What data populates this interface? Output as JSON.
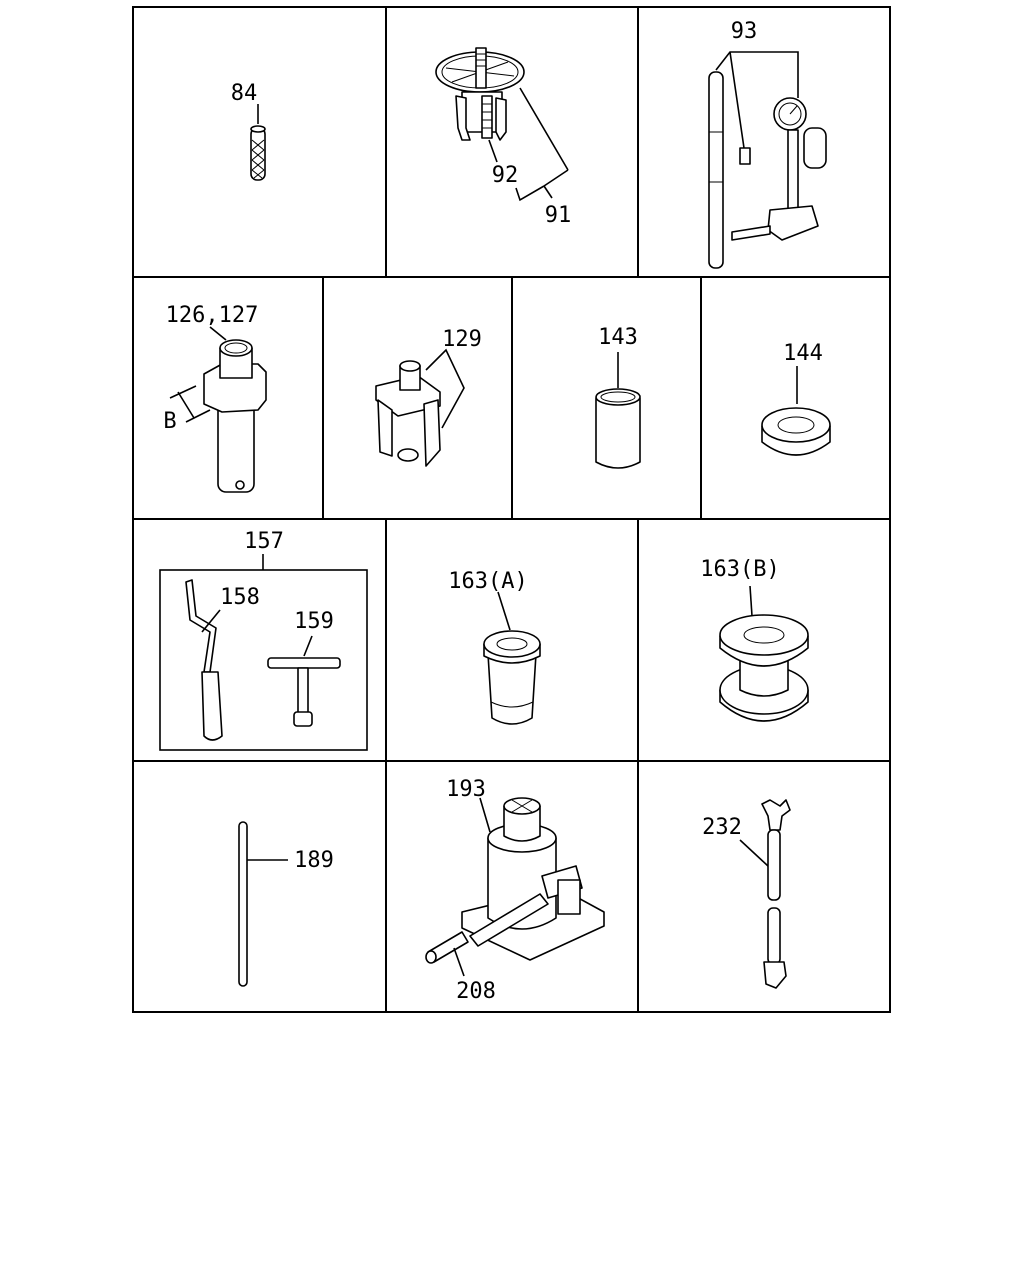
{
  "cells": [
    {
      "id": "c84",
      "labels": [
        "84"
      ]
    },
    {
      "id": "c91",
      "labels": [
        "92",
        "91"
      ]
    },
    {
      "id": "c93",
      "labels": [
        "93"
      ]
    },
    {
      "id": "c126",
      "labels": [
        "126,127",
        "B"
      ]
    },
    {
      "id": "c129",
      "labels": [
        "129"
      ]
    },
    {
      "id": "c143",
      "labels": [
        "143"
      ]
    },
    {
      "id": "c144",
      "labels": [
        "144"
      ]
    },
    {
      "id": "c157",
      "labels": [
        "157",
        "158",
        "159"
      ]
    },
    {
      "id": "c163a",
      "labels": [
        "163(A)"
      ]
    },
    {
      "id": "c163b",
      "labels": [
        "163(B)"
      ]
    },
    {
      "id": "c189",
      "labels": [
        "189"
      ]
    },
    {
      "id": "c193",
      "labels": [
        "193",
        "208"
      ]
    },
    {
      "id": "c232",
      "labels": [
        "232"
      ]
    }
  ]
}
